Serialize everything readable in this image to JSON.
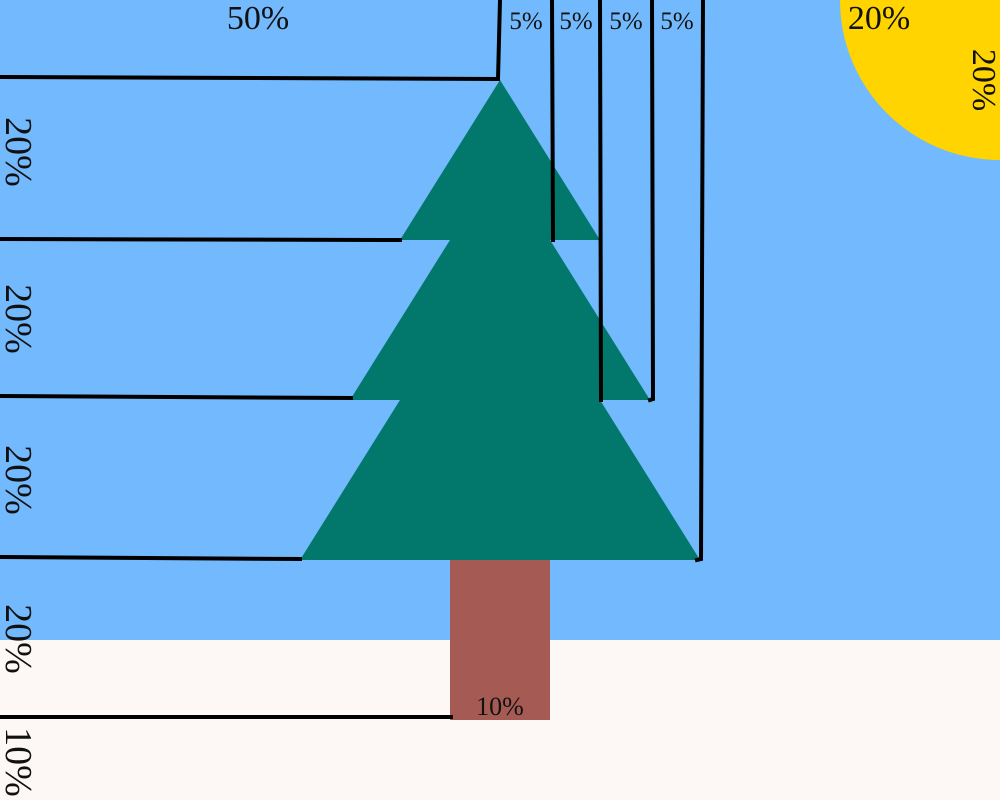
{
  "colors": {
    "sky": "#73b9fd",
    "snow": "#fdf8f6",
    "sun": "#ffd400",
    "tree": "#02776c",
    "trunk": "#a55b53",
    "guide": "#000000"
  },
  "labels": {
    "top_left": "50%",
    "top_narrow": [
      "5%",
      "5%",
      "5%",
      "5%"
    ],
    "sun_top": "20%",
    "sun_side": "20%",
    "left_side": [
      "20%",
      "20%",
      "20%",
      "20%",
      "10%"
    ],
    "trunk": "10%"
  }
}
